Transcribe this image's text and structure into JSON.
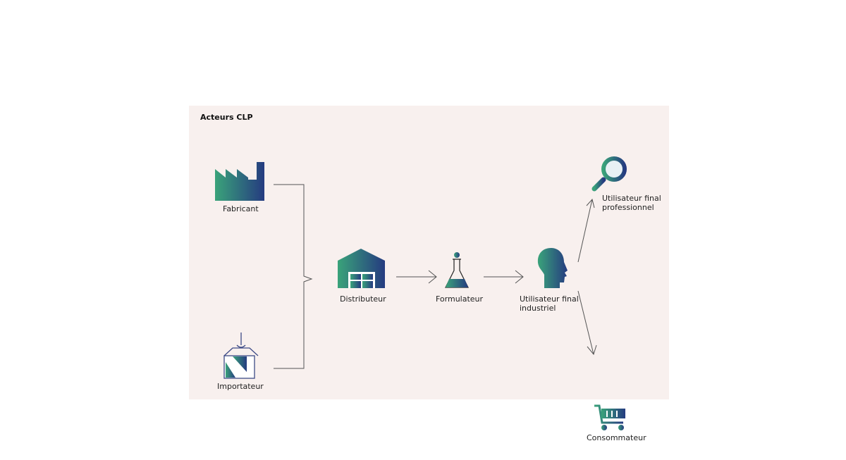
{
  "title": "Acteurs CLP",
  "actors": {
    "fabricant": "Fabricant",
    "importateur": "Importateur",
    "distributeur": "Distributeur",
    "formulateur": "Formulateur",
    "utilisateur_industriel": [
      "Utilisateur final",
      "industriel"
    ],
    "utilisateur_professionnel": [
      "Utilisateur final",
      "professionnel"
    ],
    "consommateur": "Consommateur"
  },
  "colors": {
    "panel": "#f8f0ee",
    "gradient_start": "#3aa37a",
    "gradient_end": "#253b80",
    "line": "#555555"
  }
}
